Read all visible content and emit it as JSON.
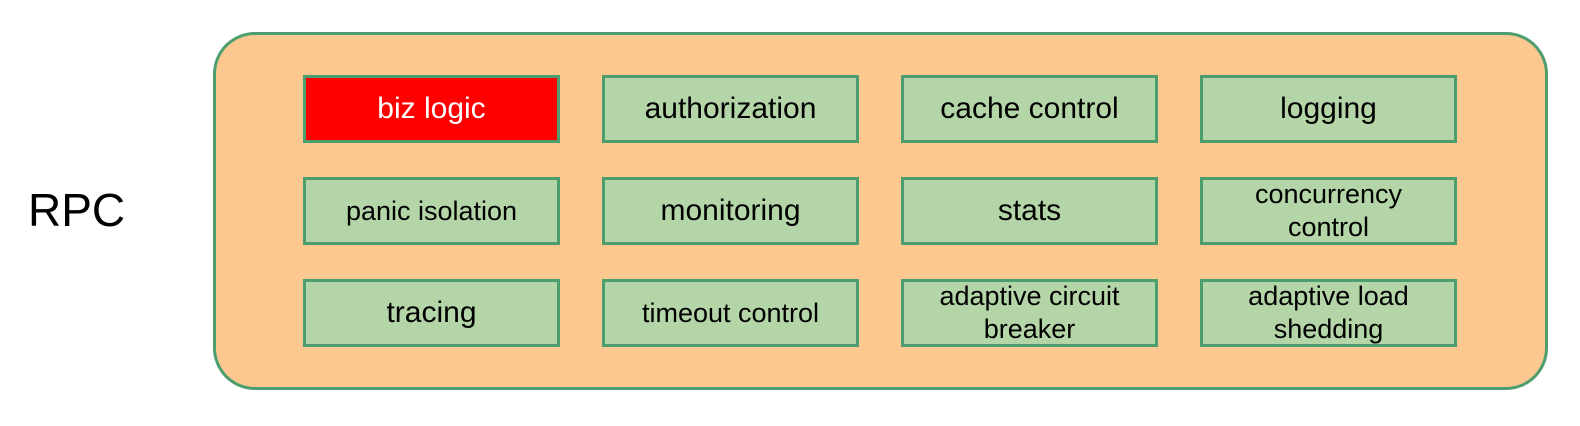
{
  "diagram": {
    "side_label": "RPC",
    "container": {
      "fill_color": "#FCC88F",
      "border_color": "#4D9E6E"
    },
    "cell_defaults": {
      "fill_color": "#B4D5A7",
      "border_color": "#4D9E6E",
      "text_color": "#000000"
    },
    "highlight": {
      "fill_color": "#FF0000",
      "text_color": "#FFFFFF"
    },
    "cells": [
      {
        "label": "biz logic"
      },
      {
        "label": "authorization"
      },
      {
        "label": "cache control"
      },
      {
        "label": "logging"
      },
      {
        "label": "panic isolation"
      },
      {
        "label": "monitoring"
      },
      {
        "label": "stats"
      },
      {
        "label": "concurrency\ncontrol"
      },
      {
        "label": "tracing"
      },
      {
        "label": "timeout control"
      },
      {
        "label": "adaptive circuit\nbreaker"
      },
      {
        "label": "adaptive load\nshedding"
      }
    ]
  }
}
